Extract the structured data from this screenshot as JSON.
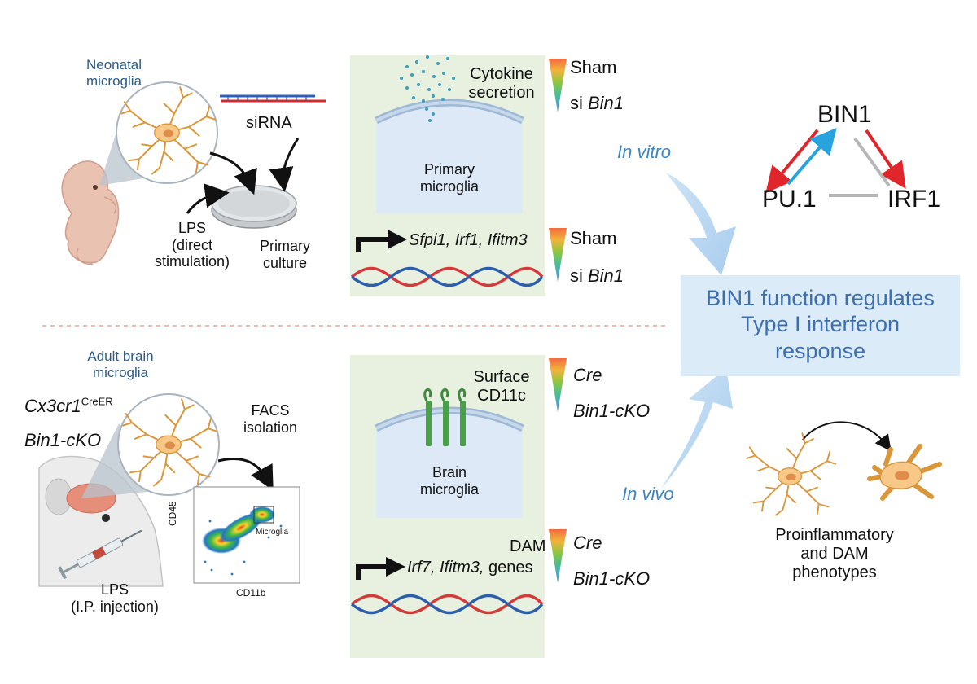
{
  "top_left": {
    "title_line1": "Neonatal",
    "title_line2": "microglia",
    "sirna": "siRNA",
    "lps_line1": "LPS",
    "lps_line2": "(direct",
    "lps_line3": "stimulation)",
    "culture_line1": "Primary",
    "culture_line2": "culture"
  },
  "top_panel": {
    "cytokine_line1": "Cytokine",
    "cytokine_line2": "secretion",
    "cell_line1": "Primary",
    "cell_line2": "microglia",
    "genes": "Sfpi1, Irf1, Ifitm3",
    "legend1_a": "Sham",
    "legend1_b_prefix": "si ",
    "legend1_b_italic": "Bin1",
    "legend2_a": "Sham",
    "legend2_b_prefix": "si ",
    "legend2_b_italic": "Bin1"
  },
  "bottom_left": {
    "title_line1": "Adult brain",
    "title_line2": "microglia",
    "geno1_base": "Cx3cr1",
    "geno1_sup": "CreER",
    "geno2": "Bin1-cKO",
    "facs_line1": "FACS",
    "facs_line2": "isolation",
    "lps_line1": "LPS",
    "lps_line2": "(I.P. injection)",
    "axis_y": "CD45",
    "axis_x": "CD11b",
    "gate": "Microglia"
  },
  "bottom_panel": {
    "surface_line1": "Surface",
    "surface_line2": "CD11c",
    "cell_line1": "Brain",
    "cell_line2": "microglia",
    "dam": "DAM",
    "genes_italic": "Irf7, Ifitm3,",
    "genes_plain": " genes",
    "legend1_a": "Cre",
    "legend1_b": "Bin1-cKO",
    "legend2_a": "Cre",
    "legend2_b": "Bin1-cKO"
  },
  "right": {
    "in_vitro": "In vitro",
    "in_vivo": "In vivo",
    "summary_line1": "BIN1 function regulates",
    "summary_line2": "Type I interferon",
    "summary_line3": "response",
    "node_bin1": "BIN1",
    "node_pu1": "PU.1",
    "node_irf1": "IRF1",
    "pheno_line1": "Proinflammatory",
    "pheno_line2": "and DAM",
    "pheno_line3": "phenotypes"
  },
  "colors": {
    "panel_bg": "#e8f0e0",
    "cell_bg": "#dde9f6",
    "summary_bg": "#dcebf8",
    "summary_text": "#3d6fb0",
    "arrow_red": "#e0262b",
    "arrow_blue": "#27a3e0",
    "arrow_gray": "#b7b7b7",
    "microglia_fill": "#f7c887",
    "microglia_stroke": "#d9963a"
  },
  "icons": [
    "neonatal-mouse-icon",
    "adult-mouse-icon",
    "syringe-icon",
    "petri-dish-icon",
    "sirna-icon",
    "microglia-cell-icon",
    "dna-helix-icon",
    "cd11c-receptor-icon",
    "flow-cytometry-plot-icon",
    "gradient-triangle-icon",
    "promoter-arrow-icon"
  ]
}
